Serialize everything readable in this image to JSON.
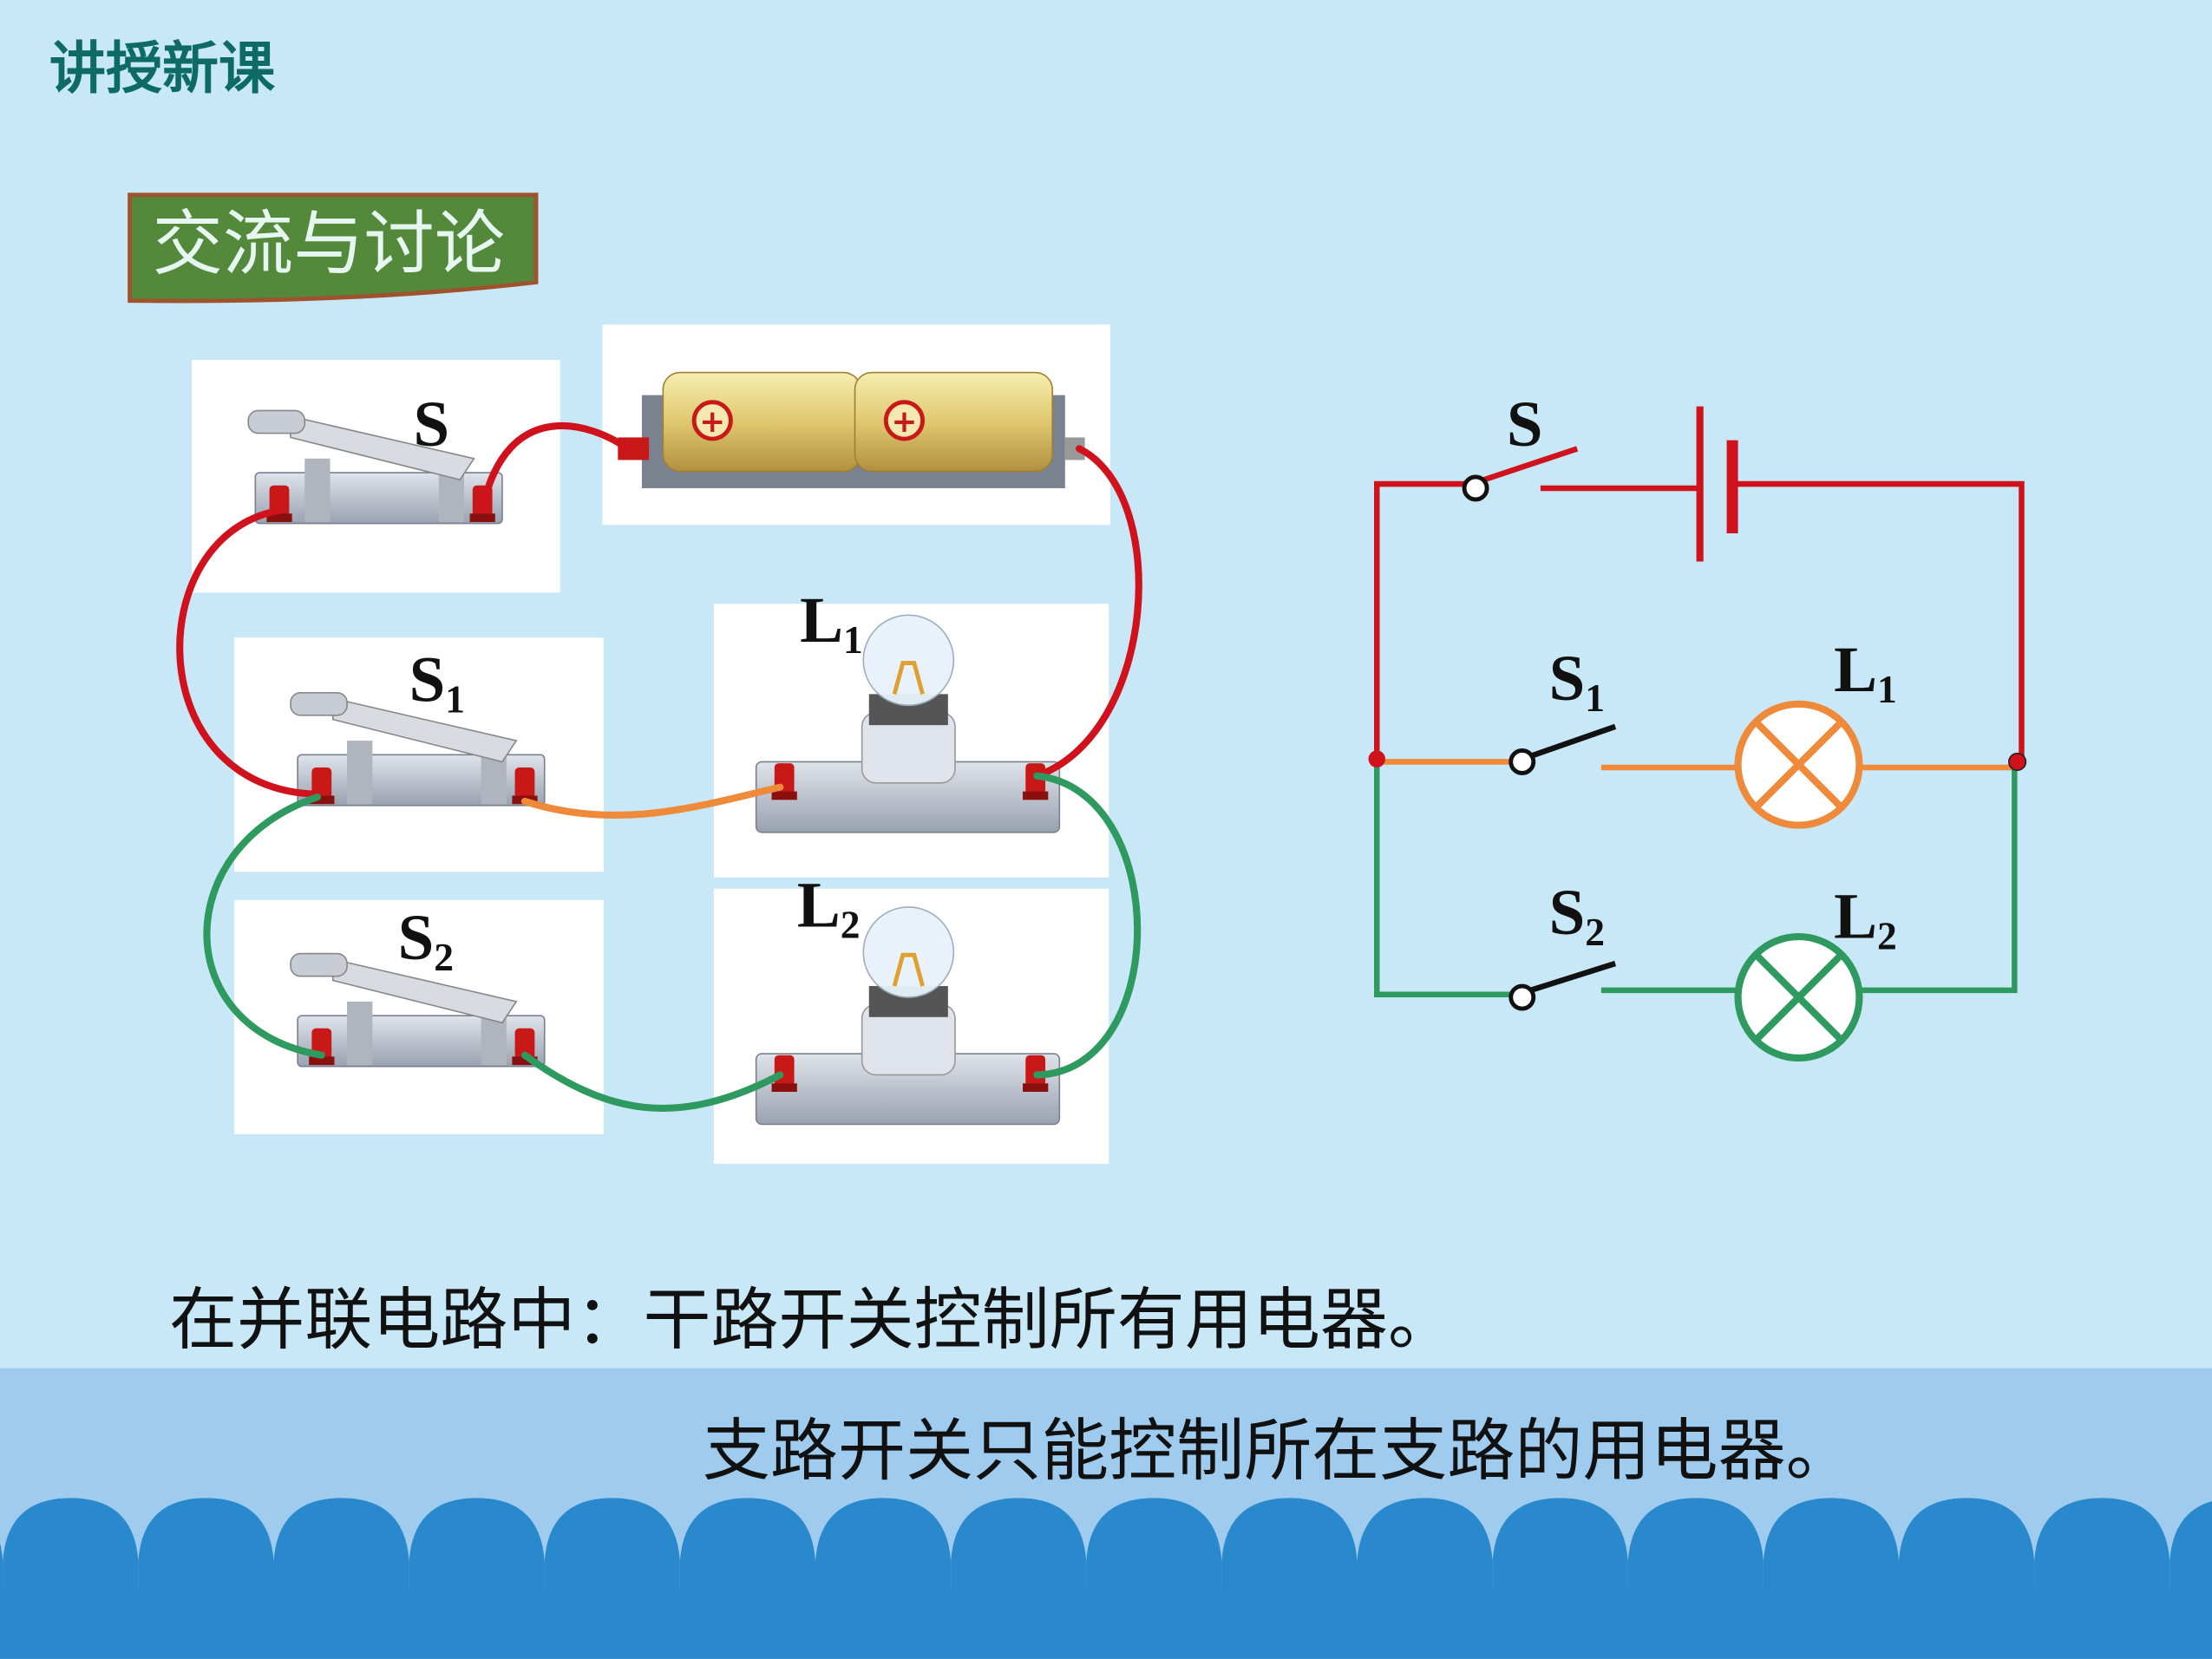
{
  "header": {
    "title": "讲授新课"
  },
  "section": {
    "badge": "交流与讨论"
  },
  "photo_labels": {
    "S": "S",
    "S1": {
      "main": "S",
      "sub": "1"
    },
    "S2": {
      "main": "S",
      "sub": "2"
    },
    "L1": {
      "main": "L",
      "sub": "1"
    },
    "L2": {
      "main": "L",
      "sub": "2"
    }
  },
  "schematic_labels": {
    "S": "S",
    "S1": {
      "main": "S",
      "sub": "1"
    },
    "S2": {
      "main": "S",
      "sub": "2"
    },
    "L1": {
      "main": "L",
      "sub": "1"
    },
    "L2": {
      "main": "L",
      "sub": "2"
    }
  },
  "conclusion": {
    "line1": "在并联电路中：干路开关控制所有用电器。",
    "line2": "支路开关只能控制所在支路的用电器。"
  },
  "colors": {
    "main_wire": "#d0121c",
    "branch1": "#ee8a3a",
    "branch2": "#2e9a60",
    "title": "#0e6a66",
    "badge": "#54883a"
  }
}
